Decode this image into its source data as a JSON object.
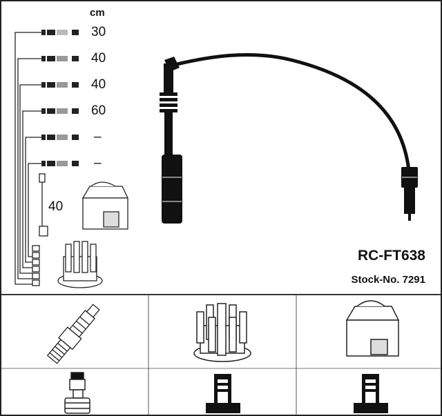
{
  "unit_label": "cm",
  "cable_lengths": [
    "30",
    "40",
    "40",
    "60",
    "–",
    "–"
  ],
  "coil_cable_length": "40",
  "product": {
    "part_number": "RC-FT638",
    "stock_number": "Stock-No. 7291"
  },
  "applications": [
    {
      "icon": "spark-plug-icon",
      "connector": "spark-plug-connector-icon"
    },
    {
      "icon": "distributor-cap-icon",
      "connector": "distributor-connector-icon"
    },
    {
      "icon": "ignition-coil-icon",
      "connector": "coil-connector-icon"
    }
  ]
}
